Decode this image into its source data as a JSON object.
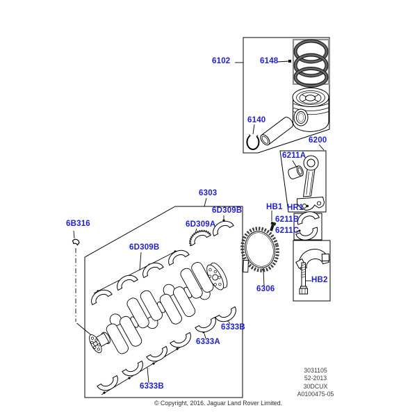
{
  "callouts": {
    "p6102": "6102",
    "p6148": "6148",
    "p6140": "6140",
    "p6200": "6200",
    "p6211A": "6211A",
    "pHB1": "HB1",
    "pHR1": "HR1",
    "p6211B": "6211B",
    "p6211C": "6211C",
    "pHB2": "HB2",
    "p6306": "6306",
    "p6303": "6303",
    "p6D309B_top": "6D309B",
    "p6D309A": "6D309A",
    "p6D309B_left": "6D309B",
    "p6B316": "6B316",
    "p6333B_right": "6333B",
    "p6333A": "6333A",
    "p6333B_bottom": "6333B"
  },
  "refs": {
    "line1": "3031105",
    "line2": "52-2013",
    "line3": "30DCUX",
    "line4": "A0100475-05"
  },
  "copyright": "© Copyright, 2016. Jaguar Land Rover Limited.",
  "colors": {
    "callout": "#1d1dd2"
  }
}
